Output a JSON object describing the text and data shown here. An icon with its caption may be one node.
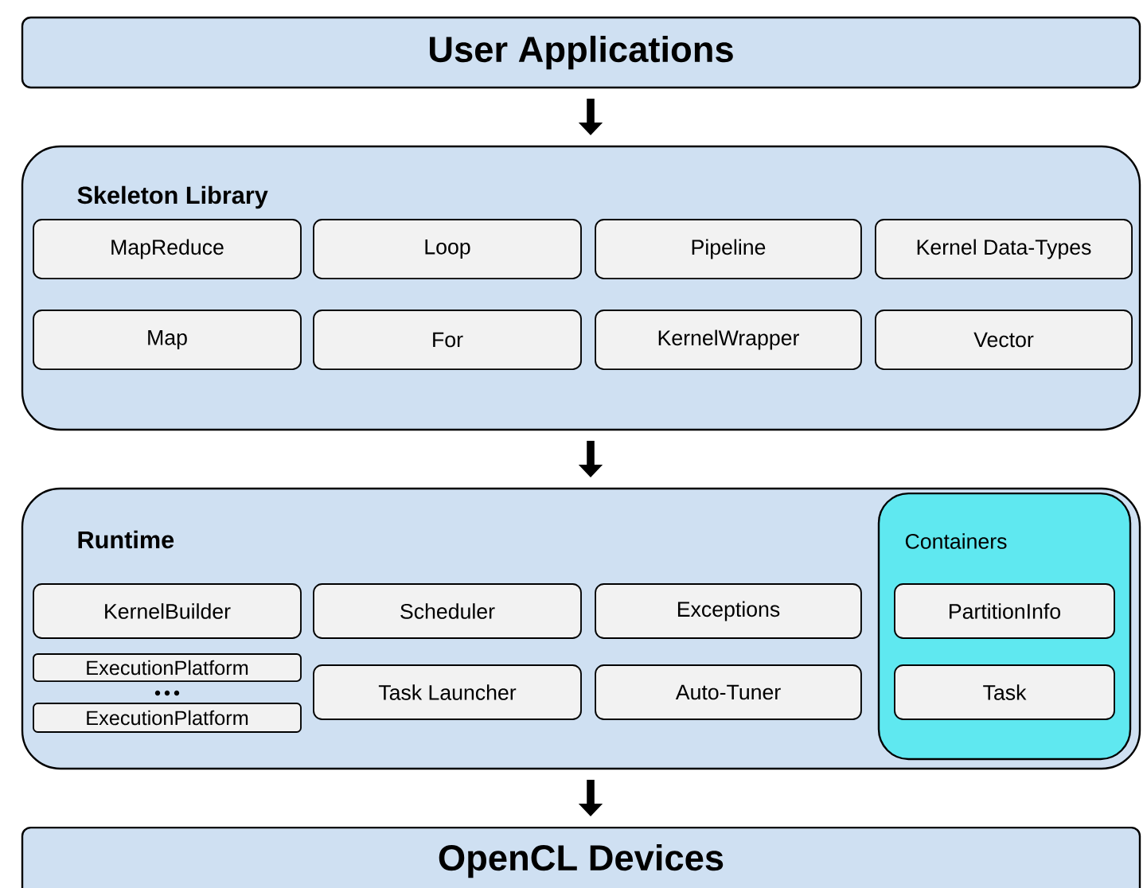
{
  "diagram": {
    "nodes": [
      {
        "text": [
          "User Applications"
        ]
      },
      {
        "text": [
          "Skeleton Library"
        ]
      },
      {
        "text": [
          "MapReduce"
        ],
        "in": 1
      },
      {
        "text": [
          "Loop"
        ],
        "in": 1
      },
      {
        "text": [
          "Pipeline"
        ],
        "in": 1
      },
      {
        "text": [
          "Kernel Data-Types"
        ],
        "in": 1
      },
      {
        "text": [
          "Map"
        ],
        "in": 1
      },
      {
        "text": [
          "For"
        ],
        "in": 1
      },
      {
        "text": [
          "KernelWrapper"
        ],
        "in": 1
      },
      {
        "text": [
          "Vector"
        ],
        "in": 1
      },
      {
        "text": [
          "Runtime"
        ]
      },
      {
        "text": [
          "KernelBuilder"
        ],
        "in": 10
      },
      {
        "text": [
          "Scheduler"
        ],
        "in": 10
      },
      {
        "text": [
          "Exceptions"
        ],
        "in": 10
      },
      {
        "text": [
          "Containers"
        ],
        "in": 10
      },
      {
        "text": [
          "PartitionInfo"
        ],
        "in": 14
      },
      {
        "text": [
          "ExecutionPlatform"
        ],
        "in": 10
      },
      {
        "text": [
          "ExecutionPlatform"
        ],
        "in": 10
      },
      {
        "text": [
          "Task Launcher"
        ],
        "in": 10
      },
      {
        "text": [
          "Auto-Tuner"
        ],
        "in": 10
      },
      {
        "text": [
          "Task"
        ],
        "in": 14
      },
      {
        "text": [
          "OpenCL Devices"
        ]
      }
    ],
    "edges": [
      {
        "from": 0,
        "to": 1,
        "arrow": "to"
      },
      {
        "from": 1,
        "to": 10,
        "arrow": "to"
      },
      {
        "from": 10,
        "to": 21,
        "arrow": "to"
      }
    ]
  }
}
